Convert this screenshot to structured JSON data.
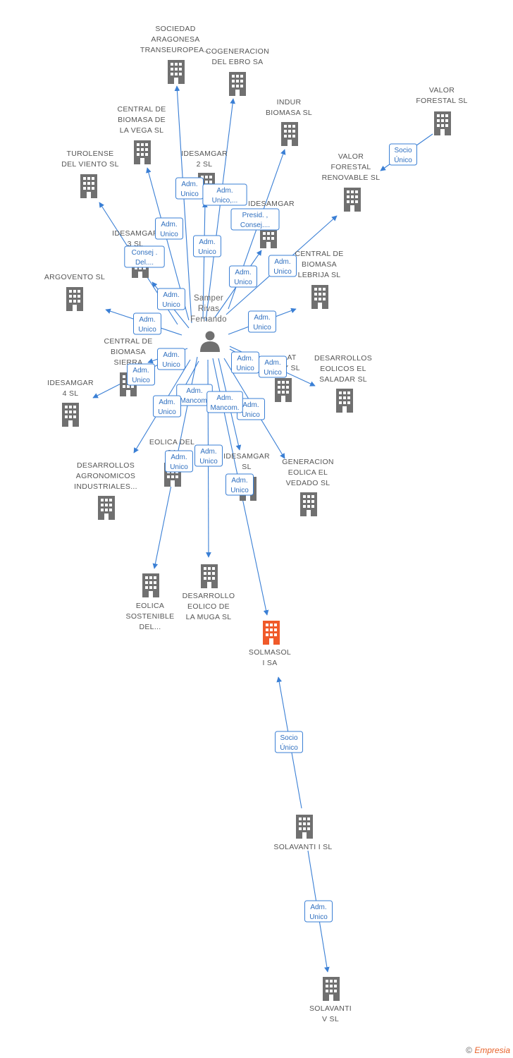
{
  "center_person": {
    "name_lines": [
      "Samper",
      "Rivas",
      "Fernando"
    ],
    "icon": "person-icon"
  },
  "focus_color": "#f05a2a",
  "node_color": "#707070",
  "edge_color": "#3a7fd5",
  "companies": [
    {
      "id": "sociedad",
      "lines": [
        "SOCIEDAD",
        "ARAGONESA",
        "TRANSEUROPEA..."
      ],
      "icon": "building-icon"
    },
    {
      "id": "cogeneracion",
      "lines": [
        "COGENERACION",
        "DEL EBRO SA"
      ],
      "icon": "building-icon"
    },
    {
      "id": "indur",
      "lines": [
        "INDUR",
        "BIOMASA SL"
      ],
      "icon": "building-icon"
    },
    {
      "id": "valor_forestal",
      "lines": [
        "VALOR",
        "FORESTAL SL"
      ],
      "icon": "building-icon"
    },
    {
      "id": "valor_renovable",
      "lines": [
        "VALOR",
        "FORESTAL",
        "RENOVABLE SL"
      ],
      "icon": "building-icon"
    },
    {
      "id": "central_vega",
      "lines": [
        "CENTRAL DE",
        "BIOMASA DE",
        "LA VEGA SL"
      ],
      "icon": "building-icon"
    },
    {
      "id": "turolense",
      "lines": [
        "TUROLENSE",
        "DEL VIENTO SL"
      ],
      "icon": "building-icon"
    },
    {
      "id": "idesamgar2",
      "lines": [
        "IDESAMGAR",
        "2  SL"
      ],
      "icon": "building-icon"
    },
    {
      "id": "idesamgar_r",
      "lines": [
        "IDESAMGAR"
      ],
      "icon": "building-icon"
    },
    {
      "id": "idesamgar3",
      "lines": [
        "IDESAMGAR",
        "3  SL"
      ],
      "icon": "building-icon"
    },
    {
      "id": "argovento",
      "lines": [
        "ARGOVENTO SL"
      ],
      "icon": "building-icon"
    },
    {
      "id": "central_lebrija",
      "lines": [
        "CENTRAL DE",
        "BIOMASA",
        "LEBRIJA SL"
      ],
      "icon": "building-icon"
    },
    {
      "id": "central_sierra",
      "lines": [
        "CENTRAL DE",
        "BIOMASA",
        "SIERRA"
      ],
      "icon": "building-icon"
    },
    {
      "id": "idesamgar4",
      "lines": [
        "IDESAMGAR",
        "4  SL"
      ],
      "icon": "building-icon"
    },
    {
      "id": "at_sl",
      "lines": [
        "AT",
        "Y SL"
      ],
      "icon": "building-icon"
    },
    {
      "id": "saladar",
      "lines": [
        "DESARROLLOS",
        "EOLICOS EL",
        "SALADAR SL"
      ],
      "icon": "building-icon"
    },
    {
      "id": "eolica_del",
      "lines": [
        "EOLICA DEL",
        "SA"
      ],
      "icon": "building-icon"
    },
    {
      "id": "agronomicos",
      "lines": [
        "DESARROLLOS",
        "AGRONOMICOS",
        "INDUSTRIALES..."
      ],
      "icon": "building-icon"
    },
    {
      "id": "idesamgar_s",
      "lines": [
        "IDESAMGAR",
        "SL"
      ],
      "icon": "building-icon"
    },
    {
      "id": "vedado",
      "lines": [
        "GENERACION",
        "EOLICA EL",
        "VEDADO SL"
      ],
      "icon": "building-icon"
    },
    {
      "id": "eolica_sostenible",
      "lines": [
        "EOLICA",
        "SOSTENIBLE",
        "DEL..."
      ],
      "icon": "building-icon"
    },
    {
      "id": "muga",
      "lines": [
        "DESARROLLO",
        "EOLICO DE",
        "LA MUGA SL"
      ],
      "icon": "building-icon"
    },
    {
      "id": "solmasol",
      "lines": [
        "SOLMASOL",
        "I SA"
      ],
      "icon": "building-icon",
      "focus": true
    },
    {
      "id": "solavanti_ii",
      "lines": [
        "SOLAVANTI I SL"
      ],
      "icon": "building-icon"
    },
    {
      "id": "solavanti_v",
      "lines": [
        "SOLAVANTI",
        "V SL"
      ],
      "icon": "building-icon"
    }
  ],
  "relations": [
    {
      "from": "person",
      "to": "sociedad",
      "label": [
        "Adm.",
        "Unico"
      ]
    },
    {
      "from": "person",
      "to": "cogeneracion",
      "label": [
        "Adm.",
        "Unico,..."
      ]
    },
    {
      "from": "person",
      "to": "indur",
      "label": [
        "Adm.",
        "Unico"
      ]
    },
    {
      "from": "valor_forestal",
      "to": "valor_renovable",
      "label": [
        "Socio",
        "Único"
      ]
    },
    {
      "from": "person",
      "to": "valor_renovable",
      "label": [
        "Adm.",
        "Unico"
      ]
    },
    {
      "from": "person",
      "to": "central_vega",
      "label": [
        "Adm.",
        "Unico"
      ]
    },
    {
      "from": "person",
      "to": "turolense",
      "label": [
        "Consej .",
        "Del...."
      ]
    },
    {
      "from": "person",
      "to": "idesamgar2",
      "label": [
        "Adm.",
        "Unico"
      ]
    },
    {
      "from": "person",
      "to": "idesamgar_r",
      "label": [
        "Presid. ,",
        "Consej...."
      ]
    },
    {
      "from": "person",
      "to": "idesamgar3",
      "label": [
        "Adm.",
        "Unico"
      ]
    },
    {
      "from": "person",
      "to": "argovento",
      "label": [
        "Adm.",
        "Unico"
      ]
    },
    {
      "from": "person",
      "to": "central_lebrija",
      "label": [
        "Adm.",
        "Unico"
      ]
    },
    {
      "from": "person",
      "to": "central_sierra",
      "label": [
        "Adm.",
        "Unico"
      ]
    },
    {
      "from": "person",
      "to": "idesamgar4",
      "label": [
        "Adm.",
        "Unico"
      ]
    },
    {
      "from": "person",
      "to": "at_sl",
      "label": [
        "Adm.",
        "Unico"
      ]
    },
    {
      "from": "person",
      "to": "saladar",
      "label": [
        "Adm.",
        "Unico"
      ]
    },
    {
      "from": "person",
      "to": "eolica_del",
      "label": [
        "Adm.",
        "Mancom."
      ]
    },
    {
      "from": "person",
      "to": "agronomicos",
      "label": [
        "Adm.",
        "Unico"
      ]
    },
    {
      "from": "person",
      "to": "idesamgar_s",
      "label": [
        "Adm.",
        "Unico"
      ]
    },
    {
      "from": "person",
      "to": "vedado",
      "label": [
        "Adm.",
        "Mancom."
      ]
    },
    {
      "from": "person",
      "to": "eolica_sostenible",
      "label": [
        "Adm.",
        "Unico"
      ]
    },
    {
      "from": "person",
      "to": "muga",
      "label": [
        "Adm.",
        "Unico"
      ]
    },
    {
      "from": "person",
      "to": "solmasol",
      "label": [
        "Adm.",
        "Unico"
      ]
    },
    {
      "from": "solavanti_ii",
      "to": "solmasol",
      "label": [
        "Socio",
        "Único"
      ]
    },
    {
      "from": "solavanti_ii",
      "to": "solavanti_v",
      "label": [
        "Adm.",
        "Unico"
      ]
    }
  ],
  "footer": {
    "copyright": "©",
    "brand": "Empresia"
  }
}
